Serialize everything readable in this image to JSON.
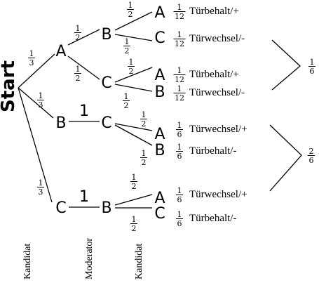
{
  "start_label": "Start",
  "nodes": [
    {
      "id": "A",
      "label": "A"
    },
    {
      "id": "B",
      "label": "B"
    },
    {
      "id": "C",
      "label": "C"
    },
    {
      "id": "A_B",
      "label": "B"
    },
    {
      "id": "A_C",
      "label": "C"
    },
    {
      "id": "B_C",
      "label": "C"
    },
    {
      "id": "C_B",
      "label": "B"
    },
    {
      "id": "A_B_A",
      "label": "A"
    },
    {
      "id": "A_B_C",
      "label": "C"
    },
    {
      "id": "A_C_A",
      "label": "A"
    },
    {
      "id": "A_C_B",
      "label": "B"
    },
    {
      "id": "B_C_A",
      "label": "A"
    },
    {
      "id": "B_C_B",
      "label": "B"
    },
    {
      "id": "C_B_A",
      "label": "A"
    },
    {
      "id": "C_B_C",
      "label": "C"
    }
  ],
  "edges": [
    {
      "id": "s-a",
      "from": "start",
      "to": "A",
      "prob": [
        "1",
        "3"
      ]
    },
    {
      "id": "s-b",
      "from": "start",
      "to": "B",
      "prob": [
        "1",
        "3"
      ]
    },
    {
      "id": "s-c",
      "from": "start",
      "to": "C",
      "prob": [
        "1",
        "3"
      ]
    },
    {
      "id": "a-b",
      "from": "A",
      "to": "A_B",
      "prob": [
        "1",
        "2"
      ]
    },
    {
      "id": "a-c",
      "from": "A",
      "to": "A_C",
      "prob": [
        "1",
        "2"
      ]
    },
    {
      "id": "b-c",
      "from": "B",
      "to": "B_C",
      "prob": "1"
    },
    {
      "id": "c-b",
      "from": "C",
      "to": "C_B",
      "prob": "1"
    },
    {
      "id": "ab-a",
      "from": "A_B",
      "to": "A_B_A",
      "prob": [
        "1",
        "2"
      ]
    },
    {
      "id": "ab-c",
      "from": "A_B",
      "to": "A_B_C",
      "prob": [
        "1",
        "2"
      ]
    },
    {
      "id": "ac-a",
      "from": "A_C",
      "to": "A_C_A",
      "prob": [
        "1",
        "2"
      ]
    },
    {
      "id": "ac-b",
      "from": "A_C",
      "to": "A_C_B",
      "prob": [
        "1",
        "2"
      ]
    },
    {
      "id": "bc-a",
      "from": "B_C",
      "to": "B_C_A",
      "prob": [
        "1",
        "2"
      ]
    },
    {
      "id": "bc-b",
      "from": "B_C",
      "to": "B_C_B",
      "prob": [
        "1",
        "2"
      ]
    },
    {
      "id": "cb-a",
      "from": "C_B",
      "to": "C_B_A",
      "prob": [
        "1",
        "2"
      ]
    },
    {
      "id": "cb-c",
      "from": "C_B",
      "to": "C_B_C",
      "prob": [
        "1",
        "2"
      ]
    }
  ],
  "leaves": [
    {
      "node": "A_B_A",
      "prob": [
        "1",
        "12"
      ],
      "result": "Türbehalt/+"
    },
    {
      "node": "A_B_C",
      "prob": [
        "1",
        "12"
      ],
      "result": "Türwechsel/-"
    },
    {
      "node": "A_C_A",
      "prob": [
        "1",
        "12"
      ],
      "result": "Türbehalt/+"
    },
    {
      "node": "A_C_B",
      "prob": [
        "1",
        "12"
      ],
      "result": "Türwechsel/-"
    },
    {
      "node": "B_C_A",
      "prob": [
        "1",
        "6"
      ],
      "result": "Türwechsel/+"
    },
    {
      "node": "B_C_B",
      "prob": [
        "1",
        "6"
      ],
      "result": "Türbehalt/-"
    },
    {
      "node": "C_B_A",
      "prob": [
        "1",
        "6"
      ],
      "result": "Türwechsel/+"
    },
    {
      "node": "C_B_C",
      "prob": [
        "1",
        "6"
      ],
      "result": "Türbehalt/-"
    }
  ],
  "groups": [
    {
      "id": "group1",
      "sum": [
        "1",
        "6"
      ]
    },
    {
      "id": "group2",
      "sum": [
        "2",
        "6"
      ]
    }
  ],
  "level_labels": [
    "Kandidat",
    "Moderator",
    "Kandidat"
  ]
}
